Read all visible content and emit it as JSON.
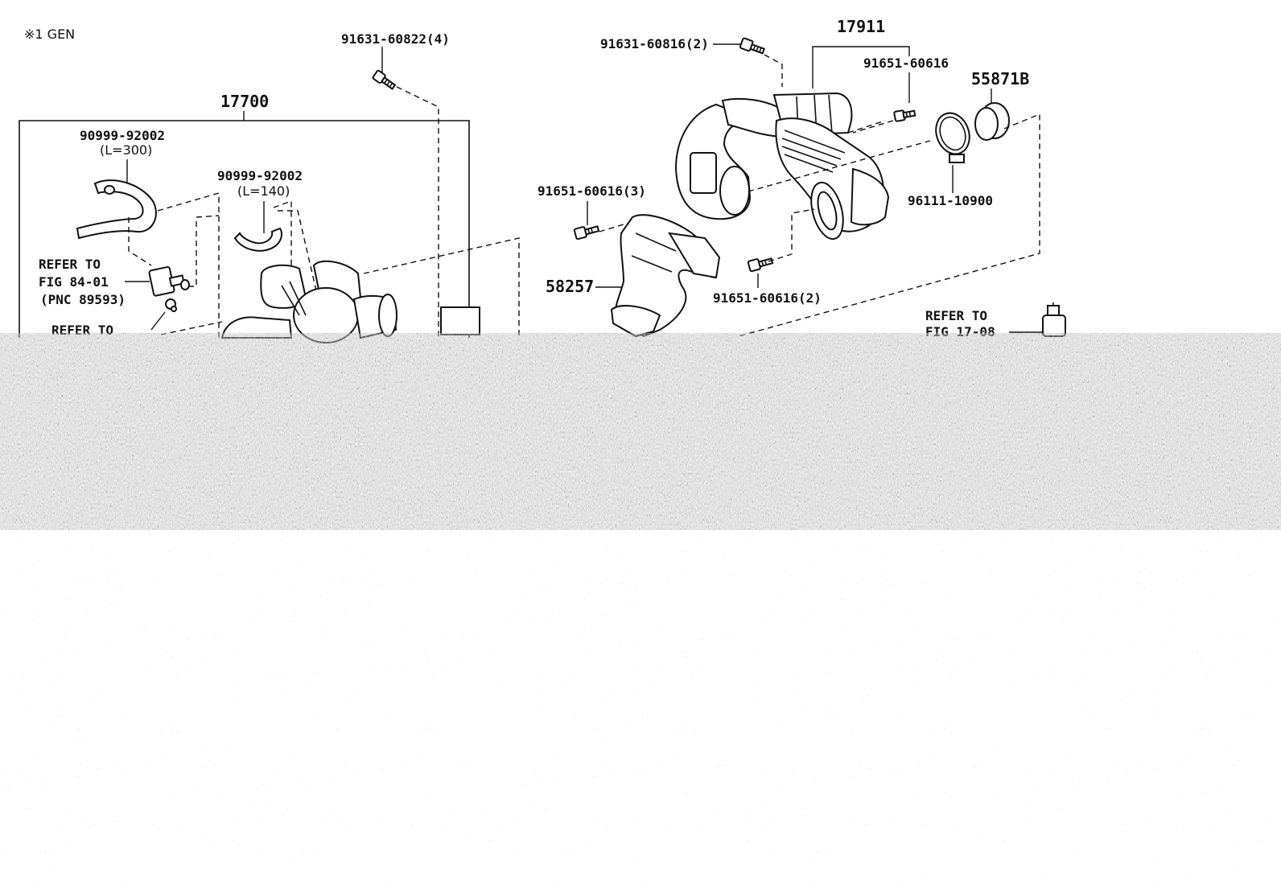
{
  "header": {
    "note": "※1  GEN"
  },
  "callouts": {
    "p91631_60822": "91631-60822(4)",
    "p17700": "17700",
    "p90999_92002_a": "90999-92002",
    "p90999_92002_a_len": "(L=300)",
    "p90999_92002_b": "90999-92002",
    "p90999_92002_b_len": "(L=140)",
    "refer_84_line1": "REFER TO",
    "refer_84_line2": "FIG 84-01",
    "refer_84_line3": "(PNC 89593)",
    "refer_cut": "REFER TO",
    "p91631_60816": "91631-60816(2)",
    "p17911": "17911",
    "p91651_60616_top": "91651-60616",
    "p55871B": "55871B",
    "p91651_60616_3": "91651-60616(3)",
    "p96111_10900": "96111-10900",
    "p58257": "58257",
    "p91651_60616_2": "91651-60616(2)",
    "refer_17_line1": "REFER TO",
    "refer_17_line2": "FIG 17-08"
  },
  "colors": {
    "ink": "#111111",
    "paper": "#ffffff",
    "noise_dark": "#8a8a8a",
    "noise_light": "#d4d4d4"
  },
  "icons": [
    "bolt-icon",
    "clamp-icon",
    "sensor-icon"
  ]
}
